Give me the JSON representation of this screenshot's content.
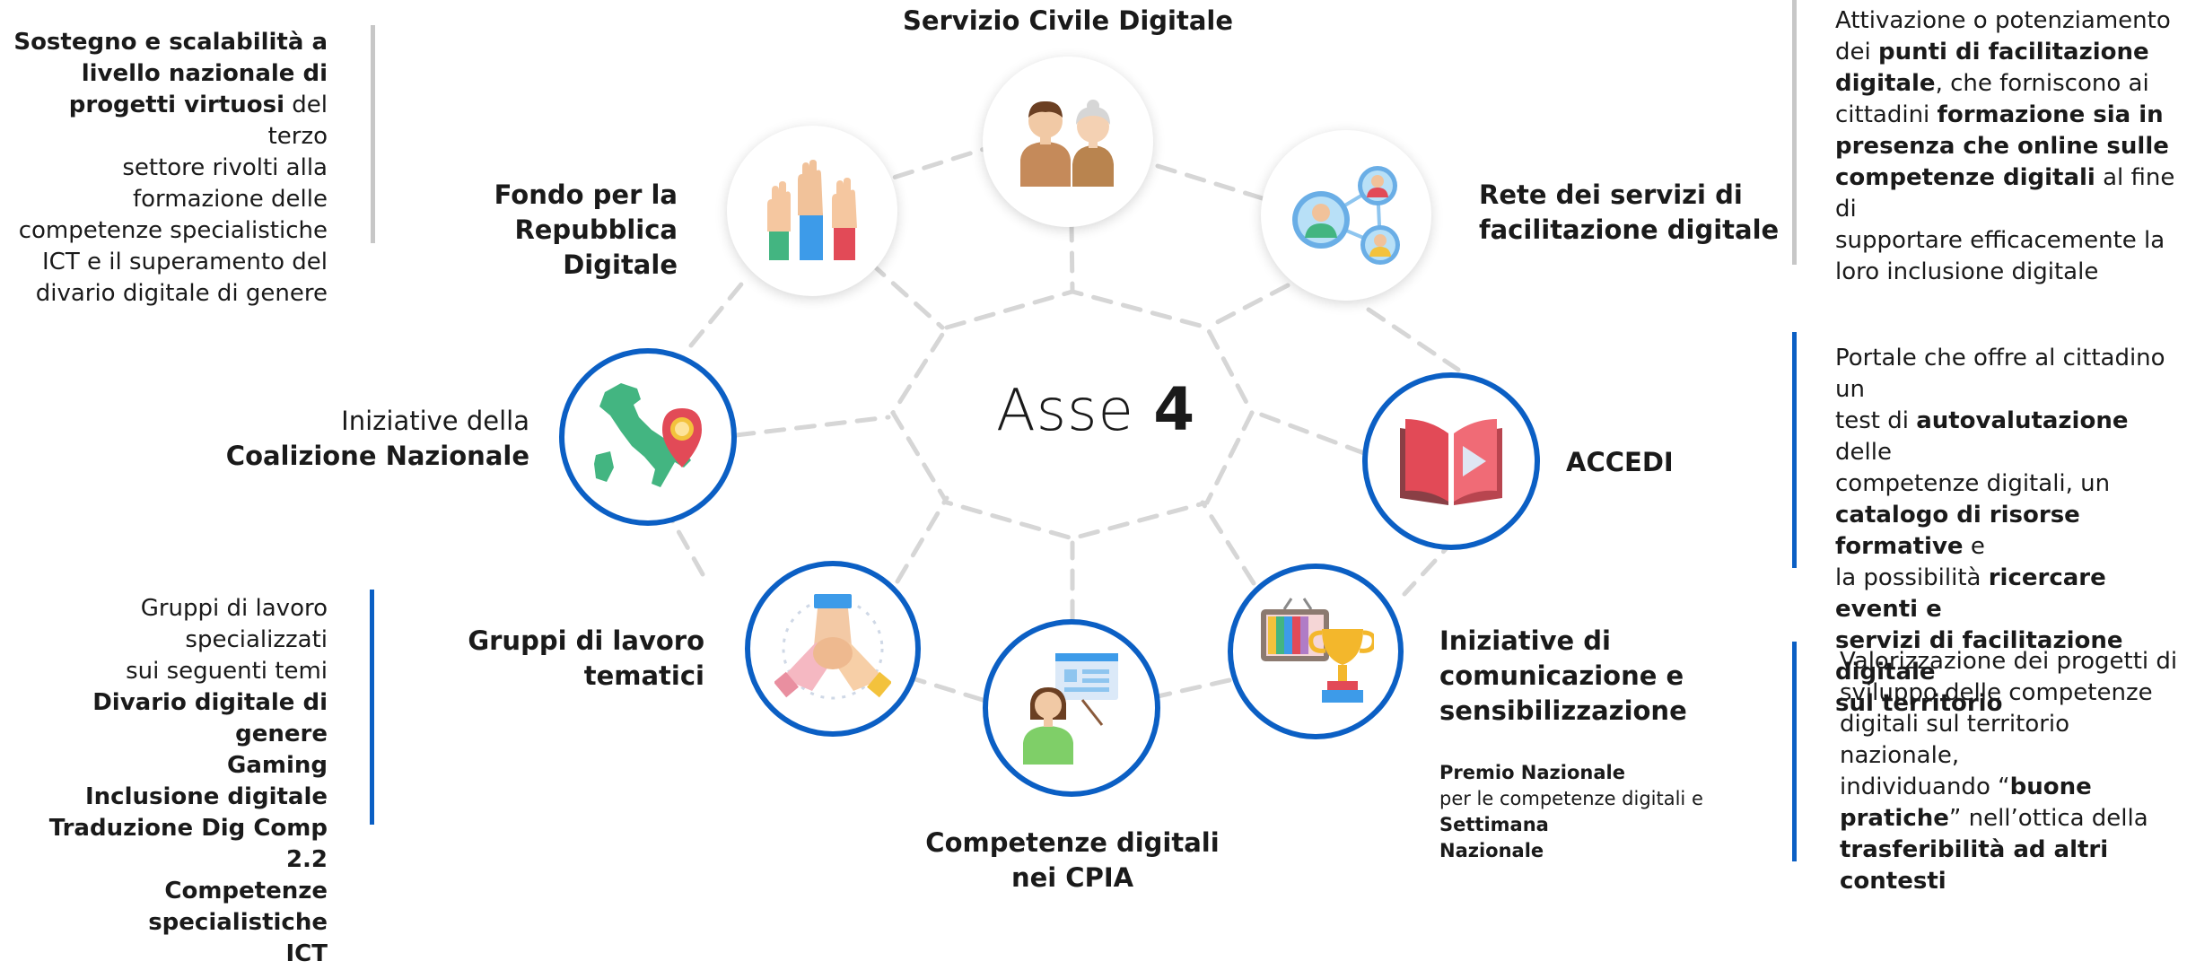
{
  "center": {
    "label": "Asse",
    "number": "4"
  },
  "nodes": {
    "servizio_civile": {
      "label": "Servizio Civile Digitale"
    },
    "fondo": {
      "line1": "Fondo per la",
      "line2": "Repubblica Digitale"
    },
    "rete": {
      "line1": "Rete dei servizi di",
      "line2": "facilitazione digitale"
    },
    "coalizione": {
      "line1": "Iniziative della",
      "line2": "Coalizione Nazionale"
    },
    "accedi": {
      "label": "ACCEDI"
    },
    "gruppi": {
      "line1": "Gruppi di lavoro",
      "line2": "tematici"
    },
    "iniziative": {
      "line1": "Iniziative di",
      "line2": "comunicazione e",
      "line3": "sensibilizzazione"
    },
    "cpia": {
      "line1": "Competenze digitali",
      "line2": "nei CPIA"
    }
  },
  "descriptions": {
    "fondo": {
      "p1": "Sostegno e scalabilità a",
      "p2": "livello nazionale di",
      "p3": "progetti virtuosi",
      "p4": " del terzo",
      "p5": "settore rivolti alla",
      "p6": "formazione delle",
      "p7": "competenze specialistiche",
      "p8": "ICT e il superamento del",
      "p9": "divario digitale di genere"
    },
    "rete": {
      "p1": "Attivazione o potenziamento",
      "p2": "dei ",
      "p3": "punti di facilitazione",
      "p4": "digitale",
      "p5": ", che forniscono ai",
      "p6": "cittadini ",
      "p7": "formazione sia in",
      "p8": "presenza che online sulle",
      "p9": "competenze digitali",
      "p10": " al fine di",
      "p11": "supportare efficacemente la",
      "p12": "loro inclusione digitale"
    },
    "accedi": {
      "p1": "Portale che offre al cittadino un",
      "p2": "test di ",
      "p3": "autovalutazione",
      "p4": " delle",
      "p5": "competenze digitali, un",
      "p6": "catalogo di risorse formative",
      "p7": " e",
      "p8": "la possibilità ",
      "p9": "ricercare eventi e",
      "p10": "servizi di facilitazione digitale",
      "p11": "sul territorio"
    },
    "gruppi": {
      "intro1": "Gruppi di lavoro specializzati",
      "intro2": "sui seguenti temi",
      "topics": [
        "Divario digitale di genere",
        "Gaming",
        "Inclusione digitale",
        "Traduzione Dig Comp 2.2",
        "Competenze specialistiche",
        "ICT"
      ]
    },
    "valorizzazione": {
      "p1": "Valorizzazione dei progetti di",
      "p2": "sviluppo delle competenze",
      "p3": "digitali sul territorio nazionale,",
      "p4": "individuando “",
      "p5": "buone",
      "p6": "pratiche",
      "p7": "” nell’ottica della",
      "p8": "trasferibilità ad altri contesti"
    },
    "premio": {
      "p1": "Premio Nazionale",
      "p2": "per le competenze digitali e ",
      "p3": "Settimana",
      "p4": "Nazionale"
    }
  },
  "colors": {
    "accent_blue": "#0b5fc4",
    "bar_grey": "#c7c7c7",
    "dashed_line": "#d4d4d4",
    "text": "#1a1a1a"
  }
}
